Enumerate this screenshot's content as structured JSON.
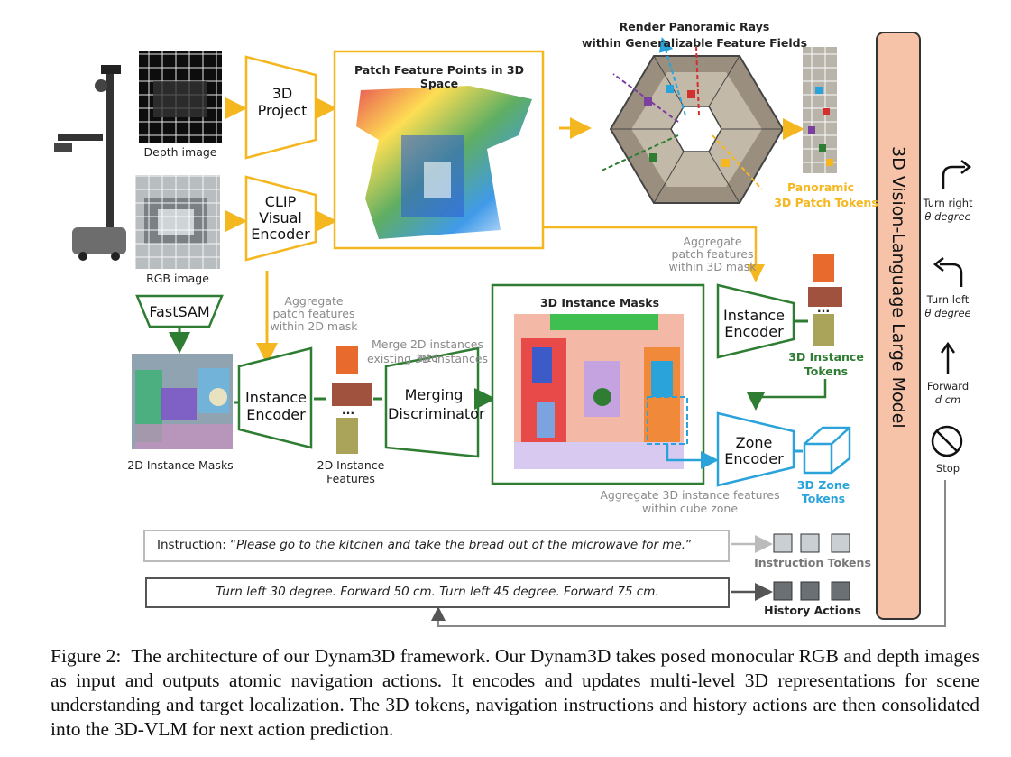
{
  "labels": {
    "render_title_1": "Render Panoramic Rays",
    "render_title_2": "within Generalizable Feature Fields",
    "depth_image": "Depth image",
    "rgb_image": "RGB image",
    "project_3d_1": "3D",
    "project_3d_2": "Project",
    "clip_1": "CLIP",
    "clip_2": "Visual",
    "clip_3": "Encoder",
    "patch_points": "Patch Feature Points in 3D Space",
    "pano_tokens_1": "Panoramic",
    "pano_tokens_2": "3D Patch Tokens",
    "agg_patch_3d_1": "Aggregate",
    "agg_patch_3d_2": "patch features",
    "agg_patch_3d_3": "within 3D mask",
    "fastsam": "FastSAM",
    "agg_patch_2d_1": "Aggregate",
    "agg_patch_2d_2": "patch features",
    "agg_patch_2d_3": "within 2D mask",
    "instance_masks_3d": "3D Instance Masks",
    "instance_encoder_a_1": "Instance",
    "instance_encoder_a_2": "Encoder",
    "instance_tokens_1": "3D Instance",
    "instance_tokens_2": "Tokens",
    "merge_note_1": "Merge 2D instances into",
    "merge_note_2": "existing 3D instances",
    "merging_1": "Merging",
    "merging_2": "Discriminator",
    "instance_encoder_b_1": "Instance",
    "instance_encoder_b_2": "Encoder",
    "masks_2d": "2D Instance Masks",
    "features_2d_1": "2D Instance",
    "features_2d_2": "Features",
    "zone_encoder_1": "Zone",
    "zone_encoder_2": "Encoder",
    "zone_tokens": "3D Zone Tokens",
    "agg_zone_1": "Aggregate 3D instance features",
    "agg_zone_2": "within cube zone",
    "vlm": "3D Vision-Language Large Model",
    "instruction_prefix": "Instruction: “",
    "instruction_text": "Please go to the kitchen and take the bread out of the microwave for me.",
    "instruction_suffix": "”",
    "instruction_tokens": "Instruction Tokens",
    "history_text": "Turn left 30 degree. Forward 50 cm. Turn left 45 degree. Forward 75 cm.",
    "history_actions": "History Actions",
    "ellipsis": "..."
  },
  "actions": {
    "turn_right_1": "Turn right",
    "turn_right_2": "θ degree",
    "turn_left_1": "Turn left",
    "turn_left_2": "θ degree",
    "forward_1": "Forward",
    "forward_2": "d cm",
    "stop": "Stop"
  },
  "caption": {
    "prefix": "Figure 2:",
    "text": "The architecture of our Dynam3D framework. Our Dynam3D takes posed monocular RGB and depth images as input and outputs atomic navigation actions. It encodes and updates multi-level 3D representations for scene understanding and target localization. The 3D tokens, navigation instructions and history actions are then consolidated into the 3D-VLM for next action prediction."
  },
  "colors": {
    "orange": "#f5b71f",
    "green": "#2e7d32",
    "blue": "#2aa3db",
    "vlm_fill": "#f6c2a8",
    "token_light": "#c9cfd3",
    "token_dark": "#6b7075"
  }
}
